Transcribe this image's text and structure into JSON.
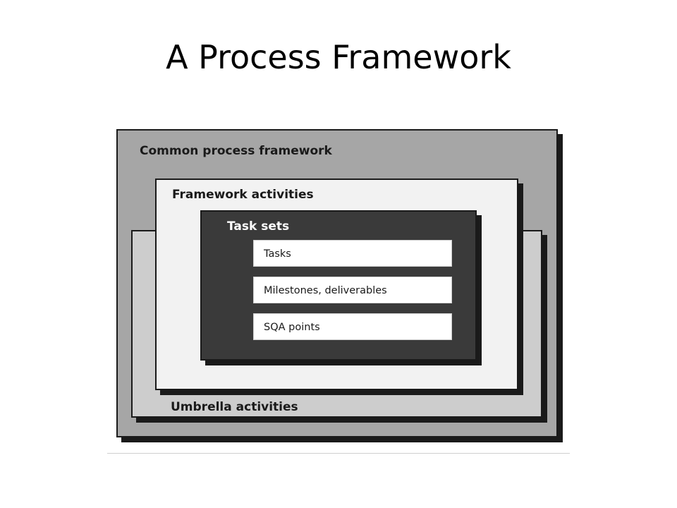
{
  "slide": {
    "title": "A Process Framework"
  },
  "diagram": {
    "outer": {
      "label": "Common process framework",
      "color": "#a6a6a6"
    },
    "umbrella": {
      "label": "Umbrella activities",
      "color": "#cdcdcd"
    },
    "framework": {
      "label": "Framework activities",
      "color": "#f2f2f2"
    },
    "task_sets": {
      "label": "Task sets",
      "color": "#3a3a3a",
      "items": [
        "Tasks",
        "Milestones, deliverables",
        "SQA points"
      ]
    }
  }
}
